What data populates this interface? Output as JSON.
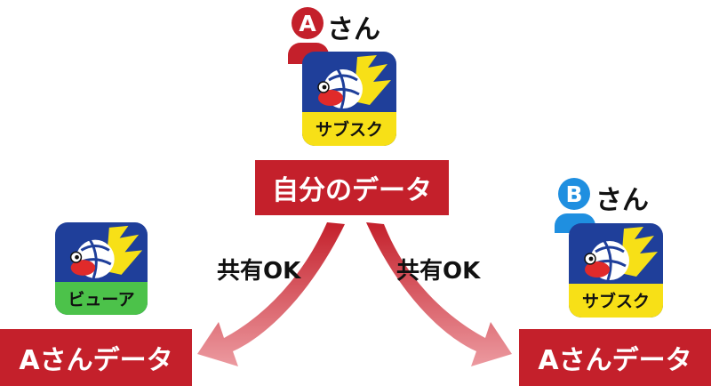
{
  "user_a": {
    "badge_letter": "A",
    "suffix": "さん",
    "color": "#c4202b"
  },
  "user_b": {
    "badge_letter": "B",
    "suffix": "さん",
    "color": "#1f8fe0"
  },
  "app_top": {
    "band_text": "サブスク",
    "band_color": "#f7e017"
  },
  "app_viewer": {
    "band_text": "ビューア",
    "band_color": "#4cc24a"
  },
  "app_right": {
    "band_text": "サブスク",
    "band_color": "#f7e017"
  },
  "own_data_label": "自分のデータ",
  "share_left_label": "共有OK",
  "share_right_label": "共有OK",
  "left_data_label": "Aさんデータ",
  "right_data_label": "Aさんデータ",
  "colors": {
    "accent_red": "#c4202b",
    "icon_navy": "#1f3f9a"
  }
}
